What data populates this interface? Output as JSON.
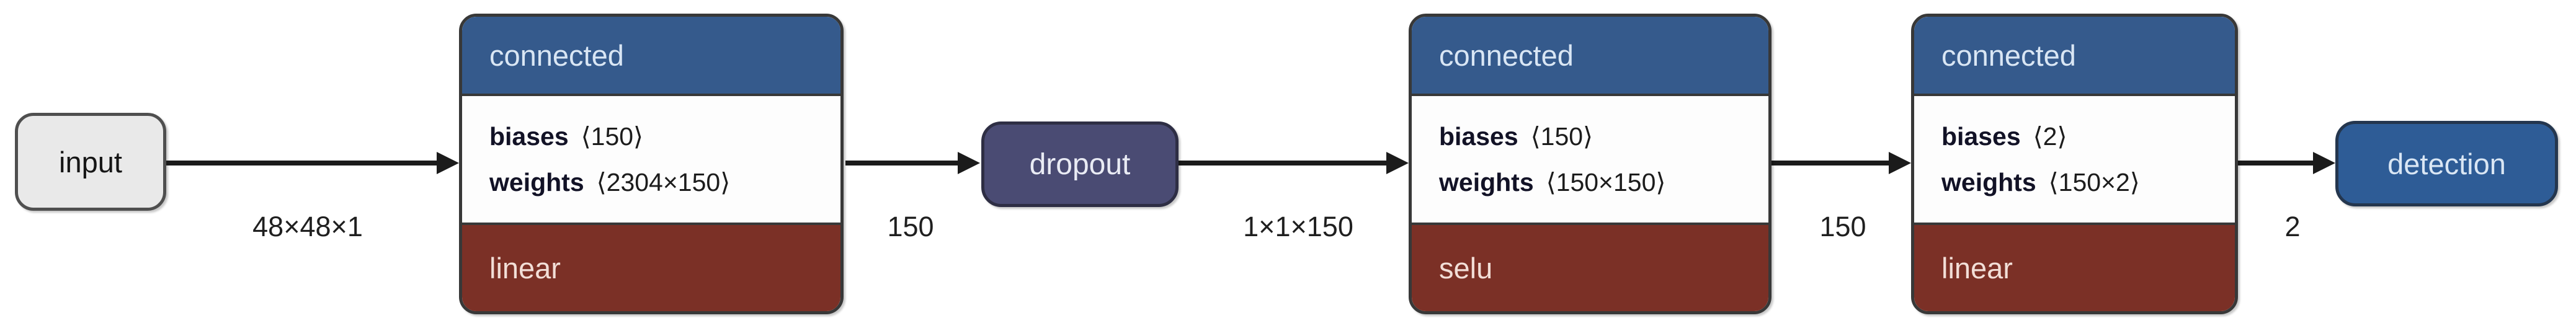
{
  "diagram": {
    "nodes": {
      "input": {
        "label": "input"
      },
      "dropout": {
        "label": "dropout"
      },
      "detection": {
        "label": "detection"
      }
    },
    "blocks": [
      {
        "type": "connected",
        "params": [
          {
            "name": "biases",
            "shape": "⟨150⟩"
          },
          {
            "name": "weights",
            "shape": "⟨2304×150⟩"
          }
        ],
        "activation": "linear"
      },
      {
        "type": "connected",
        "params": [
          {
            "name": "biases",
            "shape": "⟨150⟩"
          },
          {
            "name": "weights",
            "shape": "⟨150×150⟩"
          }
        ],
        "activation": "selu"
      },
      {
        "type": "connected",
        "params": [
          {
            "name": "biases",
            "shape": "⟨2⟩"
          },
          {
            "name": "weights",
            "shape": "⟨150×2⟩"
          }
        ],
        "activation": "linear"
      }
    ],
    "edges": [
      {
        "from": "input",
        "to": "connected-1",
        "label": "48×48×1"
      },
      {
        "from": "connected-1",
        "to": "dropout",
        "label": "150"
      },
      {
        "from": "dropout",
        "to": "connected-2",
        "label": "1×1×150"
      },
      {
        "from": "connected-2",
        "to": "connected-3",
        "label": "150"
      },
      {
        "from": "connected-3",
        "to": "detection",
        "label": "2"
      }
    ],
    "colors": {
      "header_blue": "#355a8c",
      "activation_red": "#7b3026",
      "dropout_fill": "#4a4b73",
      "detection_fill": "#2e5c96",
      "input_fill": "#e9e9e9",
      "body_white": "#fdfdfd",
      "edge_black": "#1b1b1b"
    }
  }
}
